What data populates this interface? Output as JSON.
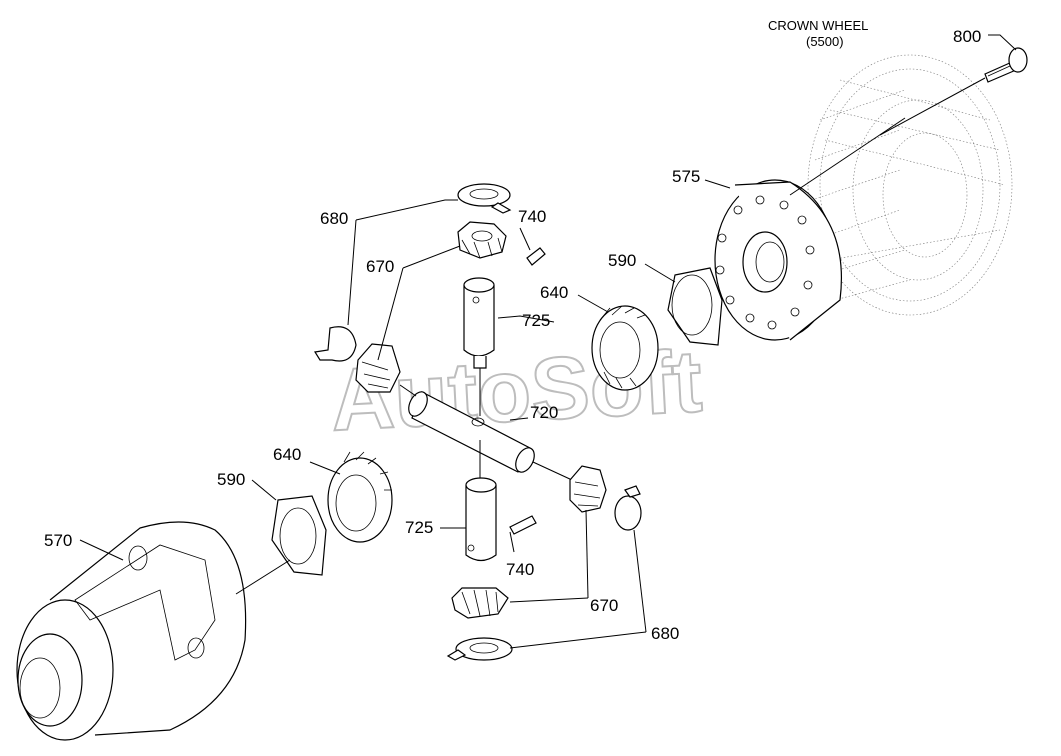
{
  "diagram": {
    "watermark": "AutoSoft",
    "crown_wheel_label": "CROWN WHEEL",
    "crown_wheel_ref": "(5500)",
    "labels": {
      "p800": "800",
      "p575": "575",
      "p680_top": "680",
      "p740_top": "740",
      "p670_top": "670",
      "p590_right": "590",
      "p640_right": "640",
      "p725_top": "725",
      "p720": "720",
      "p640_left": "640",
      "p590_left": "590",
      "p570": "570",
      "p725_bottom": "725",
      "p740_bottom": "740",
      "p670_bottom": "670",
      "p680_bottom": "680"
    }
  }
}
